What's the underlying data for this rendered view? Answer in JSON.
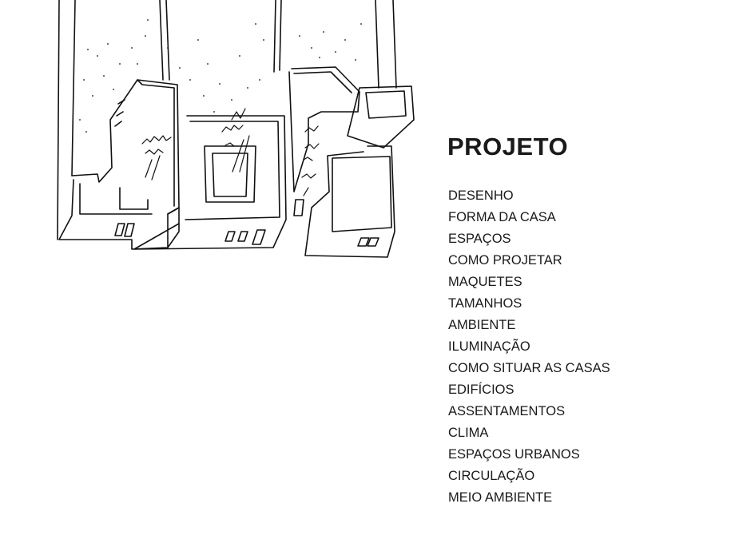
{
  "illustration": {
    "description": "Pen sketch of courtyard houses seen from above with trees in patios"
  },
  "section": {
    "title": "PROJETO",
    "items": [
      {
        "label": "DESENHO"
      },
      {
        "label": "FORMA DA CASA"
      },
      {
        "label": "ESPAÇOS"
      },
      {
        "label": "COMO PROJETAR"
      },
      {
        "label": "MAQUETES"
      },
      {
        "label": "TAMANHOS"
      },
      {
        "label": "AMBIENTE"
      },
      {
        "label": "ILUMINAÇÃO"
      },
      {
        "label": "COMO SITUAR AS CASAS"
      },
      {
        "label": "EDIFÍCIOS"
      },
      {
        "label": "ASSENTAMENTOS"
      },
      {
        "label": "CLIMA"
      },
      {
        "label": "ESPAÇOS URBANOS"
      },
      {
        "label": "CIRCULAÇÃO"
      },
      {
        "label": "MEIO AMBIENTE"
      }
    ]
  }
}
